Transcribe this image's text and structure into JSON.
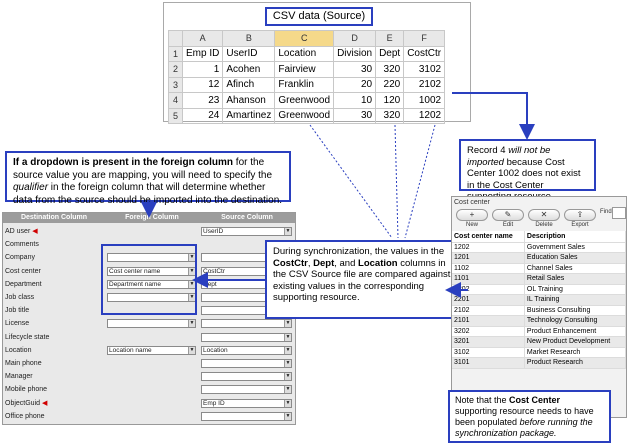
{
  "csv": {
    "title": "CSV data (Source)",
    "col_letters": [
      "A",
      "B",
      "C",
      "D",
      "E",
      "F"
    ],
    "headers": [
      "Emp ID",
      "UserID",
      "Location",
      "Division",
      "Dept",
      "CostCtr"
    ],
    "rows": [
      [
        "1",
        "Acohen",
        "Fairview",
        "30",
        "320",
        "3102"
      ],
      [
        "12",
        "Afinch",
        "Franklin",
        "20",
        "220",
        "2102"
      ],
      [
        "23",
        "Ahanson",
        "Greenwood",
        "10",
        "120",
        "1002"
      ],
      [
        "24",
        "Amartinez",
        "Greenwood",
        "30",
        "320",
        "1202"
      ]
    ],
    "row_numbers": [
      "1",
      "2",
      "3",
      "4",
      "5"
    ]
  },
  "callouts": {
    "dropdown_bold": "If a dropdown is present in the foreign column",
    "dropdown_rest_1": " for the source value you are mapping, you will need to specify the ",
    "dropdown_qualifier": "qualifier",
    "dropdown_rest_2": " in the foreign column that will determine whether data from the source should be imported into the destination.",
    "sync_1": "During synchronization, the values in the ",
    "sync_b1": "CostCtr",
    "sync_2": ", ",
    "sync_b2": "Dept",
    "sync_3": ", and ",
    "sync_b3": "Location",
    "sync_4": " columns in the CSV Source file are compared against existing values in the corresponding supporting resource.",
    "record_1": "Record 4 ",
    "record_i": "will not be imported",
    "record_2": " because Cost Center 1002 does not exist in the Cost Center supporting resource.",
    "note_1": "Note that the ",
    "note_b": "Cost Center",
    "note_2": " supporting resource needs to have been populated ",
    "note_i": "before running the synchronization package."
  },
  "mapping": {
    "headers": [
      "Destination Column",
      "Foreign Column",
      "Source Column"
    ],
    "rows": [
      {
        "dest": "AD user",
        "required": true,
        "foreign": null,
        "source": "UserID"
      },
      {
        "dest": "Comments",
        "required": false,
        "foreign": null,
        "source": null
      },
      {
        "dest": "Company",
        "required": false,
        "foreign": "",
        "source": ""
      },
      {
        "dest": "Cost center",
        "required": false,
        "foreign": "Cost center name",
        "source": "CostCtr"
      },
      {
        "dest": "Department",
        "required": false,
        "foreign": "Department name",
        "source": "Dept"
      },
      {
        "dest": "Job class",
        "required": false,
        "foreign": "",
        "source": ""
      },
      {
        "dest": "Job title",
        "required": false,
        "foreign": null,
        "source": ""
      },
      {
        "dest": "License",
        "required": false,
        "foreign": "",
        "source": ""
      },
      {
        "dest": "Lifecycle state",
        "required": false,
        "foreign": null,
        "source": ""
      },
      {
        "dest": "Location",
        "required": false,
        "foreign": "Location name",
        "source": "Location"
      },
      {
        "dest": "Main phone",
        "required": false,
        "foreign": null,
        "source": ""
      },
      {
        "dest": "Manager",
        "required": false,
        "foreign": null,
        "source": ""
      },
      {
        "dest": "Mobile phone",
        "required": false,
        "foreign": null,
        "source": ""
      },
      {
        "dest": "ObjectGuid",
        "required": true,
        "foreign": null,
        "source": "Emp ID"
      },
      {
        "dest": "Office phone",
        "required": false,
        "foreign": null,
        "source": ""
      }
    ]
  },
  "cost_center": {
    "title": "Cost center",
    "buttons": [
      {
        "icon": "+",
        "label": "New"
      },
      {
        "icon": "✎",
        "label": "Edit"
      },
      {
        "icon": "✕",
        "label": "Delete"
      },
      {
        "icon": "⇪",
        "label": "Export"
      }
    ],
    "find_label": "Find",
    "columns": [
      "Cost center name",
      "Description"
    ],
    "rows": [
      [
        "1202",
        "Government Sales"
      ],
      [
        "1201",
        "Education Sales"
      ],
      [
        "1102",
        "Channel Sales"
      ],
      [
        "1101",
        "Retail Sales"
      ],
      [
        "2202",
        "OL Training"
      ],
      [
        "2201",
        "IL Training"
      ],
      [
        "2102",
        "Business Consulting"
      ],
      [
        "2101",
        "Technology Consulting"
      ],
      [
        "3202",
        "Product Enhancement"
      ],
      [
        "3201",
        "New Product Development"
      ],
      [
        "3102",
        "Market Research"
      ],
      [
        "3101",
        "Product Research"
      ]
    ]
  },
  "colors": {
    "accent": "#2a3fbf",
    "highlight": "#f5d98a",
    "required": "#d00000"
  }
}
